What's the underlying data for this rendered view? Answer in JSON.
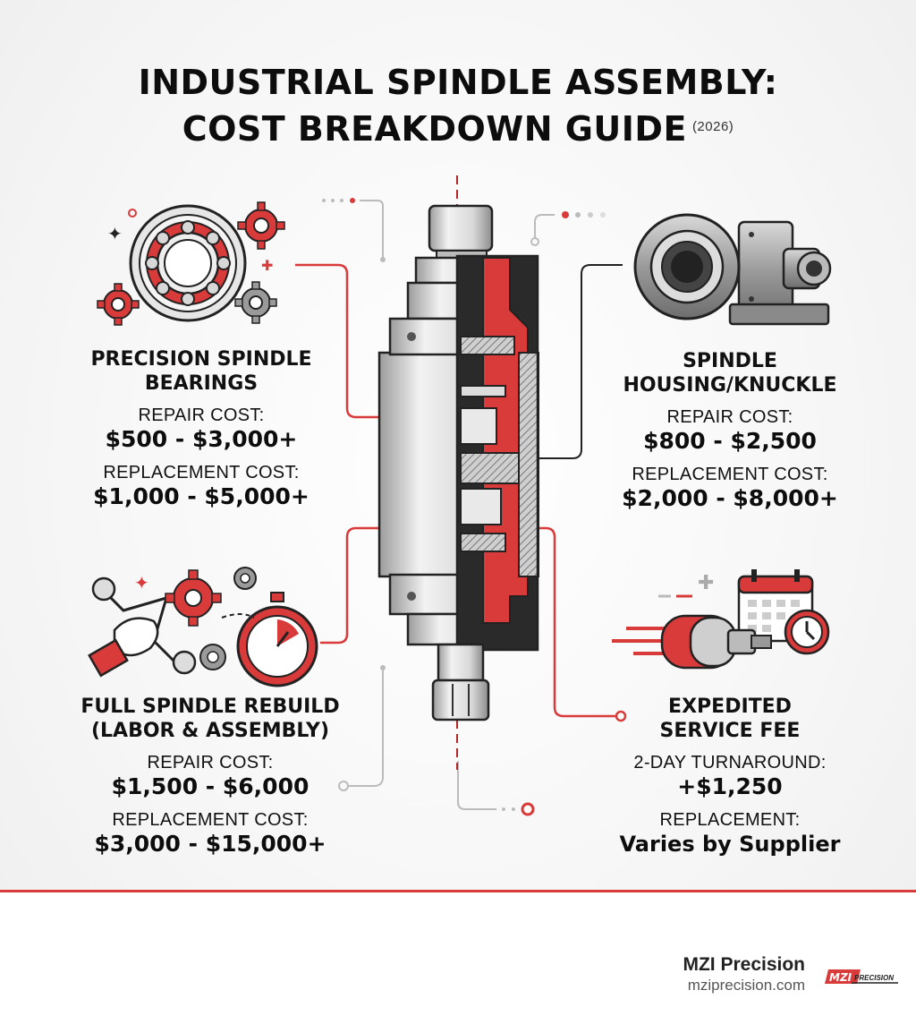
{
  "title": {
    "line1": "INDUSTRIAL SPINDLE ASSEMBLY:",
    "line2": "COST BREAKDOWN GUIDE",
    "year": "(2026)"
  },
  "items": [
    {
      "heading_1": "PRECISION SPINDLE",
      "heading_2": "BEARINGS",
      "repair_label": "REPAIR COST:",
      "repair_value": "$500 - $3,000+",
      "replace_label": "REPLACEMENT COST:",
      "replace_value": "$1,000 - $5,000+"
    },
    {
      "heading_1": "SPINDLE",
      "heading_2": "HOUSING/KNUCKLE",
      "repair_label": "REPAIR COST:",
      "repair_value": "$800 - $2,500",
      "replace_label": "REPLACEMENT COST:",
      "replace_value": "$2,000 - $8,000+"
    },
    {
      "heading_1": "FULL SPINDLE REBUILD",
      "heading_2": "(LABOR & ASSEMBLY)",
      "repair_label": "REPAIR COST:",
      "repair_value": "$1,500 - $6,000",
      "replace_label": "REPLACEMENT COST:",
      "replace_value": "$3,000 - $15,000+"
    },
    {
      "heading_1": "EXPEDITED",
      "heading_2": "SERVICE FEE",
      "repair_label": "2-DAY TURNAROUND:",
      "repair_value": "+$1,250",
      "replace_label": "REPLACEMENT:",
      "replace_value": "Varies by Supplier"
    }
  ],
  "brand": {
    "name": "MZI Precision",
    "url": "mziprecision.com",
    "logo_text": "MZI PRECISION"
  },
  "icons": {
    "bearing": "bearing-icon",
    "housing": "spindle-housing-icon",
    "rebuild": "wrench-gears-stopwatch-icon",
    "expedited": "fast-spindle-calendar-clock-icon",
    "center": "spindle-cutaway-illustration"
  },
  "colors": {
    "accent": "#d93a3a",
    "text": "#111111",
    "metal": "#cfcfcf"
  }
}
